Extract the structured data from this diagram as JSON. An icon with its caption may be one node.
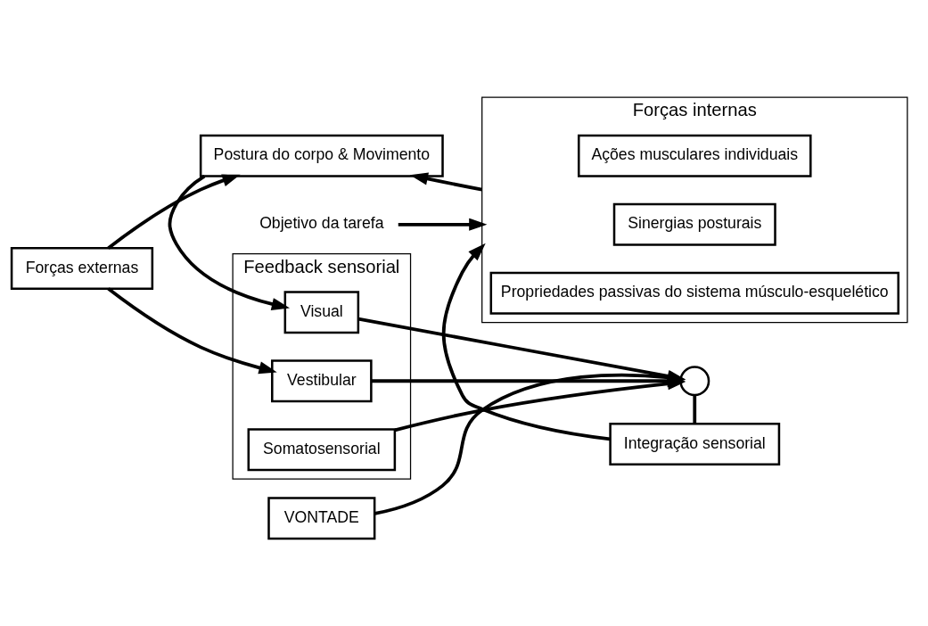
{
  "diagram": {
    "nodes": [
      {
        "text": [
          "Forças internas"
        ]
      },
      {
        "text": [
          "Ações musculares individuais"
        ],
        "in": 0
      },
      {
        "text": [
          "Sinergias posturais"
        ],
        "in": 0
      },
      {
        "text": [
          "Propriedades passivas do sistema músculo-esquelético"
        ],
        "in": 0
      },
      {
        "text": [
          "Objetivo da tarefa"
        ]
      },
      {
        "text": [
          "Postura do corpo & Movimento"
        ]
      },
      {
        "text": [
          "Integração sensorial"
        ]
      },
      {
        "text": [],
        "shape": "circle"
      },
      {
        "text": [
          "Feedback sensorial"
        ]
      },
      {
        "text": [
          "Visual"
        ],
        "in": 8
      },
      {
        "text": [
          "Vestibular"
        ],
        "in": 8
      },
      {
        "text": [
          "Somatosensorial"
        ],
        "in": 8
      },
      {
        "text": [
          "VONTADE"
        ]
      },
      {
        "text": [
          "Forças externas"
        ]
      }
    ],
    "edges": [
      {
        "from": 4,
        "to": 0,
        "arrow": "to"
      },
      {
        "from": 0,
        "to": 5,
        "arrow": "to"
      },
      {
        "from": 6,
        "to": 0,
        "arrow": "to"
      },
      {
        "from": 7,
        "to": 6,
        "arrow": "none"
      },
      {
        "from": 5,
        "to": 9,
        "arrow": "to"
      },
      {
        "from": 13,
        "to": 10,
        "arrow": "to"
      },
      {
        "from": 13,
        "to": 5,
        "arrow": "to"
      },
      {
        "from": 12,
        "to": 7,
        "arrow": "to"
      },
      {
        "from": 9,
        "to": 7,
        "arrow": "to"
      },
      {
        "from": 10,
        "to": 7,
        "arrow": "to"
      },
      {
        "from": 11,
        "to": 7,
        "arrow": "to"
      }
    ]
  }
}
